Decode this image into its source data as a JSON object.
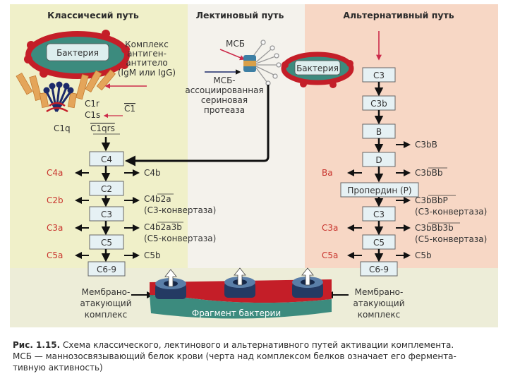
{
  "titles": {
    "classical": "Классичесий путь",
    "lectin": "Лектиновый путь",
    "alternative": "Альтернативный путь"
  },
  "classical": {
    "bacteria": "Бактерия",
    "complex_lines": [
      "Комплекс",
      "антиген-",
      "антитело",
      "(IgM или IgG)"
    ],
    "c1r": "C1r",
    "c1s": "C1s",
    "c1bar": "C1",
    "c1q": "C1q",
    "c1qrs": "C1qrs",
    "boxes": [
      "C4",
      "C2",
      "C3",
      "C5",
      "C6-9"
    ],
    "left_products": [
      "C4a",
      "C2b",
      "C3a",
      "C5a"
    ],
    "right_products": [
      "C4b",
      "C4b2a",
      "(C3-конвертаза)",
      "C4b2a3b",
      "(C5-конвертаза)",
      "C5b"
    ],
    "mac_lines": [
      "Мембрано-",
      "атакующий",
      "комплекс"
    ]
  },
  "lectin": {
    "mbl": "МСБ",
    "bacteria": "Бактерия",
    "masp_lines": [
      "МСБ-",
      "ассоциированная",
      "сериновая",
      "протеаза"
    ]
  },
  "alternative": {
    "boxes": [
      "C3",
      "C3b",
      "B",
      "D",
      "Пропердин (P)",
      "C3",
      "C5",
      "C6-9"
    ],
    "right_products": [
      "C3bB",
      "C3bBb",
      "C3bBbP",
      "(C3-конвертаза)",
      "C3bBb3b",
      "(C5-конвертаза)",
      "C5b"
    ],
    "left_products": [
      "Ba",
      "C3a",
      "C5a"
    ],
    "mac_lines": [
      "Мембрано-",
      "атакующий",
      "комплекс"
    ]
  },
  "fragment": "Фрагмент бактерии",
  "caption": {
    "lead": "Рис. 1.15.",
    "line1": "Схема классического, лектинового и альтернативного путей активации комплемента.",
    "line2": "МСБ — маннозосвязывающий белок крови (черта над комплексом белков означает его фермента-",
    "line3": "тивную активность)"
  },
  "colors": {
    "classical_bg": "#f0f0c9",
    "lectin_bg": "#f4f2ec",
    "alternative_bg": "#f7d7c5",
    "box_fill": "#e6f1f4",
    "red_text": "#c8332d",
    "bacteria_red": "#c41e28",
    "bacteria_fill": "#3c8b7e"
  }
}
